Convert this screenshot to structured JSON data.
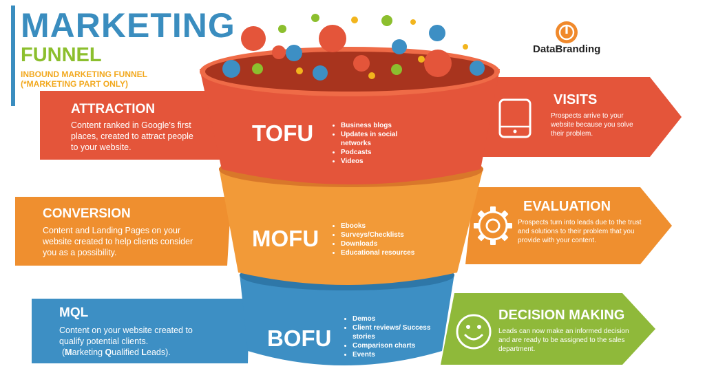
{
  "header": {
    "title": "MARKETING",
    "subtitle": "FUNNEL",
    "line1": "INBOUND MARKETING FUNNEL",
    "line2": "(*MARKETING PART ONLY)"
  },
  "brand": {
    "name": "DataBranding"
  },
  "stages": [
    {
      "name": "TOFU",
      "color": "#e4553a",
      "items": [
        "Business blogs",
        "Updates in social networks",
        "Podcasts",
        "Videos"
      ],
      "left": {
        "heading": "ATTRACTION",
        "text": "Content ranked in Google's first places, created to attract people to your website."
      },
      "right": {
        "heading": "VISITS",
        "text": "Prospects arrive to your website because you solve their problem.",
        "icon": "tablet-icon"
      }
    },
    {
      "name": "MOFU",
      "color": "#f29a38",
      "items": [
        "Ebooks",
        "Surveys/Checklists",
        "Downloads",
        "Educational resources"
      ],
      "left": {
        "heading": "CONVERSION",
        "text": "Content and Landing Pages on your website created to help clients consider you as a possibility."
      },
      "right": {
        "heading": "EVALUATION",
        "text": "Prospects turn into leads due to the trust and solutions to their problem that you provide with your content.",
        "icon": "gear-icon"
      }
    },
    {
      "name": "BOFU",
      "color": "#3d8fc4",
      "items": [
        "Demos",
        "Client reviews/ Success stories",
        "Comparison charts",
        "Events"
      ],
      "left": {
        "heading": "MQL",
        "text": "Content on your website created to qualify potential clients.",
        "note_prefix": "(",
        "note_m": "M",
        "note_arketing": "arketing ",
        "note_q": "Q",
        "note_ualified": "ualified ",
        "note_l": "L",
        "note_eads": "eads)."
      },
      "right": {
        "heading": "DECISION MAKING",
        "text": "Leads can now make an informed decision and are ready to be assigned to the sales department.",
        "icon": "smiley-icon"
      }
    }
  ]
}
